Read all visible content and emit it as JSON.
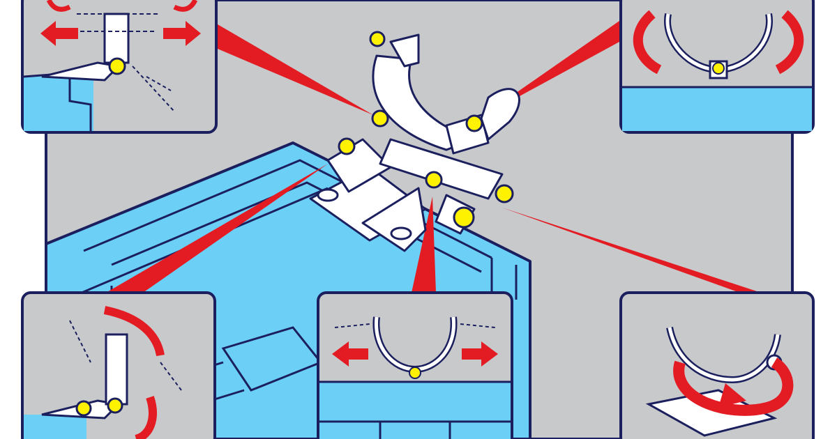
{
  "title": "",
  "colors": {
    "outline": "#1b1f5e",
    "panel_bg": "#c8c9cb",
    "machine_blue": "#6ccff6",
    "arrow_red": "#e31b23",
    "knob_yellow": "#fff200",
    "part_white": "#ffffff"
  },
  "callouts": [
    {
      "name": "callout-top-left",
      "motion": "slide-left-right"
    },
    {
      "name": "callout-top-right",
      "motion": "rotate-clamp"
    },
    {
      "name": "callout-bottom-left",
      "motion": "swing-arm"
    },
    {
      "name": "callout-bottom-center",
      "motion": "slide-left-right"
    },
    {
      "name": "callout-bottom-right",
      "motion": "rotate-full"
    }
  ],
  "icons": [
    "arrow-left-icon",
    "arrow-right-icon",
    "curved-arrow-icon",
    "knob-icon",
    "clamp-icon"
  ]
}
